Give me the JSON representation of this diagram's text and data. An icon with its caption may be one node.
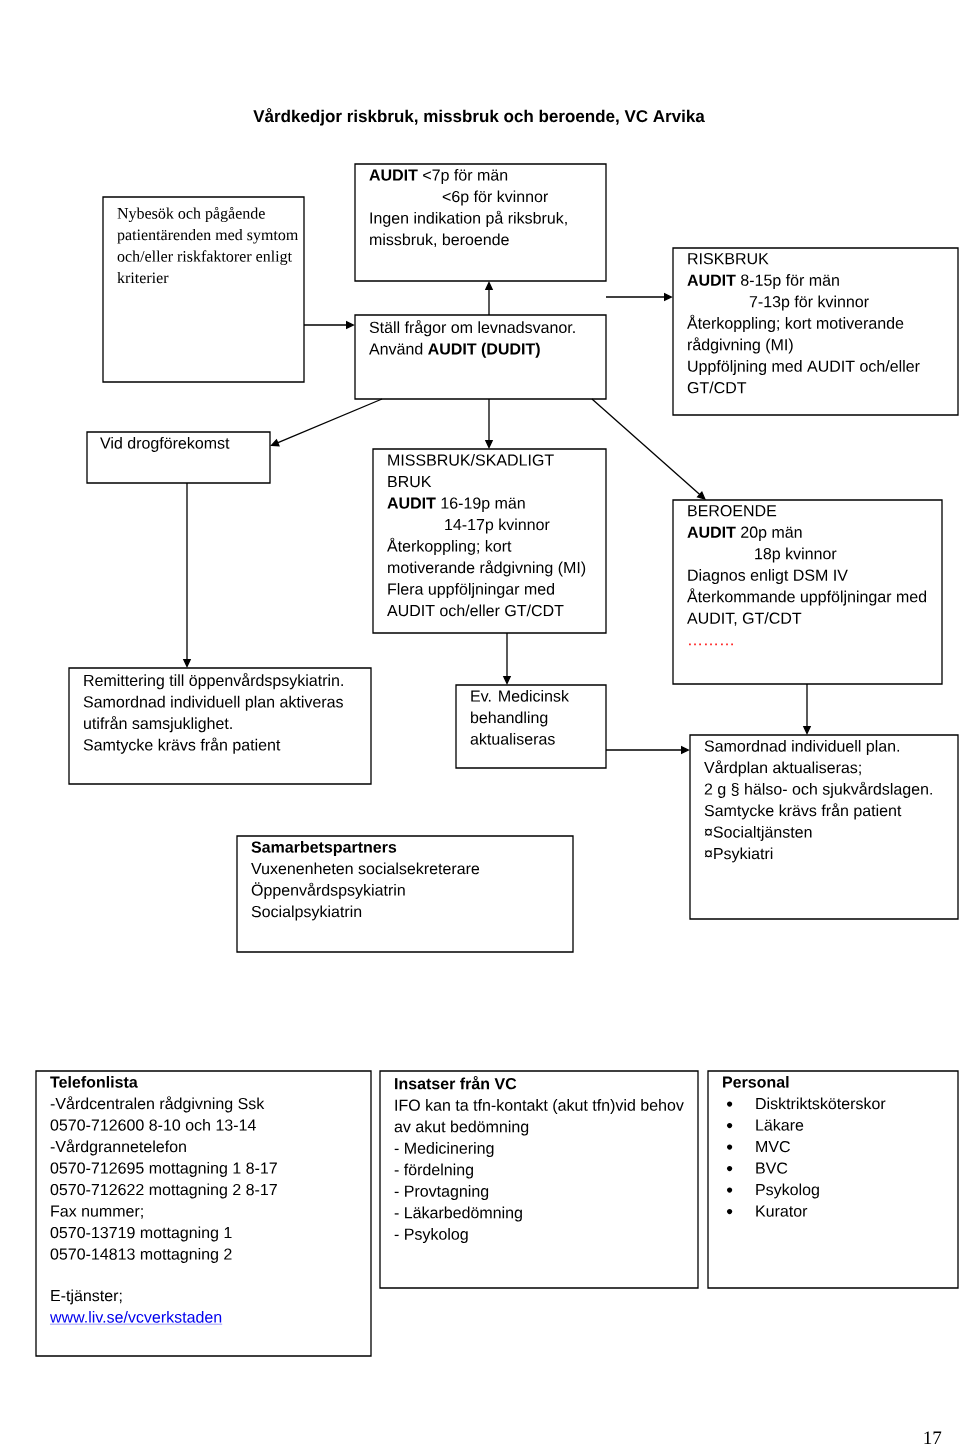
{
  "diagram": {
    "title": "Vårdkedjor riskbruk, missbruk och beroende, VC Arvika",
    "nodes": [
      {
        "text": [
          "Nybesök och pågående patientärenden med symtom och/eller riskfaktorer enligt kriterier"
        ]
      },
      {
        "text": [
          "**AUDIT** <7p för män",
          "<6p för kvinnor",
          "Ingen indikation på riksbruk, missbruk, beroende"
        ]
      },
      {
        "text": [
          "Ställ frågor om levnadsvanor.",
          "Använd **AUDIT (DUDIT)**"
        ]
      },
      {
        "text": [
          "RISKBRUK",
          "**AUDIT** 8-15p för män",
          "7-13p för kvinnor",
          "Återkoppling; kort motiverande rådgivning (MI)",
          "Uppföljning med AUDIT och/eller GT/CDT"
        ]
      },
      {
        "text": [
          "Vid drogförekomst"
        ]
      },
      {
        "text": [
          "MISSBRUK/SKADLIGT BRUK",
          "**AUDIT** 16-19p män",
          "14-17p kvinnor",
          "Återkoppling; kort motiverande rådgivning (MI)",
          "Flera uppföljningar med AUDIT och/eller GT/CDT"
        ]
      },
      {
        "text": [
          "BEROENDE",
          "**AUDIT** 20p män",
          "18p kvinnor",
          "Diagnos enligt DSM IV",
          "Återkommande uppföljningar med AUDIT, GT/CDT",
          "………"
        ]
      },
      {
        "text": [
          "Remittering till öppenvårdspsykiatrin. Samordnad individuell plan aktiveras utifrån samsjuklighet.",
          "Samtycke krävs från patient"
        ]
      },
      {
        "text": [
          "Ev. Medicinsk behandling aktualiseras"
        ]
      },
      {
        "text": [
          "Samordnad individuell plan.",
          "Vårdplan aktualiseras;",
          "2 g § hälso- och sjukvårdslagen.",
          "Samtycke krävs från patient",
          "¤Socialtjänsten",
          "¤Psykiatri"
        ]
      },
      {
        "text": [
          "Samarbetspartners",
          "Vuxenenheten socialsekreterare",
          "Öppenvårdspsykiatrin",
          "Socialpsykiatrin"
        ]
      },
      {
        "text": [
          "Telefonlista",
          "-Vårdcentralen rådgivning Ssk",
          "0570-712600 8-10 och 13-14",
          "-Vårdgrannetelefon",
          "0570-712695 mottagning 1 8-17",
          "0570-712622 mottagning 2 8-17",
          "Fax nummer;",
          "0570-13719 mottagning 1",
          "0570-14813 mottagning 2",
          "E-tjänster;",
          "www.liv.se/vcverkstaden"
        ]
      },
      {
        "text": [
          "Insatser från VC",
          "IFO kan ta tfn-kontakt (akut tfn)vid behov av akut bedömning",
          "- Medicinering",
          "- fördelning",
          "- Provtagning",
          "- Läkarbedömning",
          "- Psykolog"
        ]
      },
      {
        "text": [
          "Personal",
          "Disktriktsköterskor",
          "Läkare",
          "MVC",
          "BVC",
          "Psykolog",
          "Kurator"
        ]
      }
    ],
    "edges": [
      {
        "from": 0,
        "to": 2,
        "arrow": "to"
      },
      {
        "from": 2,
        "to": 1,
        "arrow": "to"
      },
      {
        "from": 2,
        "to": 3,
        "arrow": "to"
      },
      {
        "from": 2,
        "to": 4,
        "arrow": "to"
      },
      {
        "from": 2,
        "to": 5,
        "arrow": "to"
      },
      {
        "from": 2,
        "to": 6,
        "arrow": "to"
      },
      {
        "from": 4,
        "to": 7,
        "arrow": "to"
      },
      {
        "from": 5,
        "to": 8,
        "arrow": "to"
      },
      {
        "from": 8,
        "to": 9,
        "arrow": "to"
      },
      {
        "from": 6,
        "to": 9,
        "arrow": "to"
      }
    ],
    "labels": [
      "17"
    ]
  }
}
